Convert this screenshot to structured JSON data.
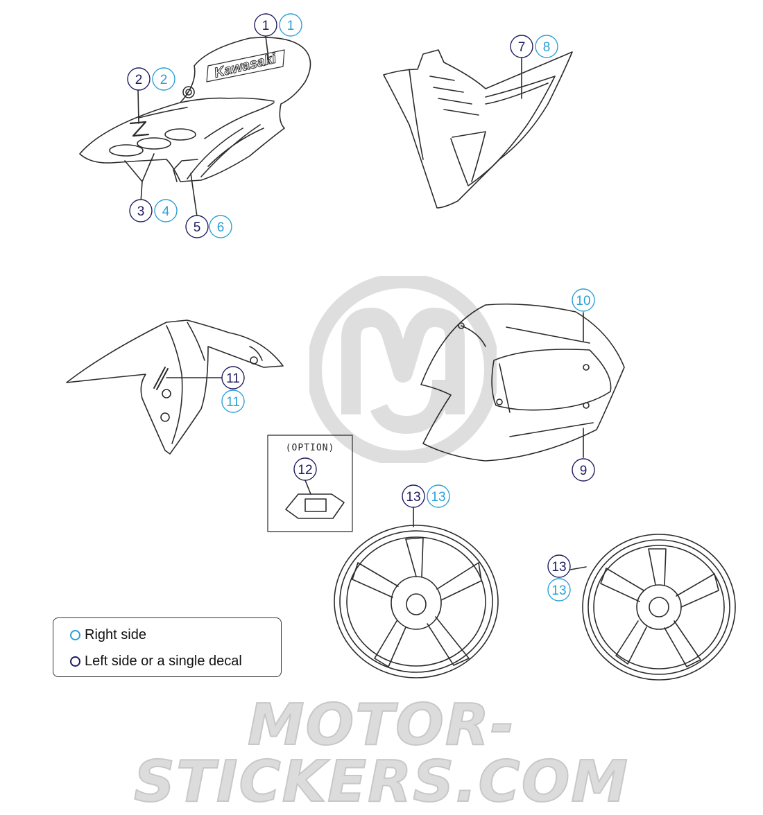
{
  "colors": {
    "right": "#2a9fd6",
    "left": "#1d1a5c",
    "line": "#2b2b2b",
    "watermark": "#d9d9d9"
  },
  "legend": {
    "right_label": "Right side",
    "left_label": "Left side or a single decal"
  },
  "option_label": "(OPTION)",
  "tank_logo_text": "Kawasaki",
  "watermark_text": "MOTOR-STICKERS.COM",
  "logo_watermark": "MS-logo",
  "callouts": [
    {
      "left": "1",
      "right": "1"
    },
    {
      "left": "2",
      "right": "2"
    },
    {
      "left": "3",
      "right": "4"
    },
    {
      "left": "5",
      "right": "6"
    },
    {
      "left": "7",
      "right": "8"
    },
    {
      "right": "10"
    },
    {
      "left": "9"
    },
    {
      "left": "11",
      "right": "11"
    },
    {
      "left": "12"
    },
    {
      "left": "13",
      "right": "13"
    },
    {
      "left": "13",
      "right": "13"
    }
  ]
}
